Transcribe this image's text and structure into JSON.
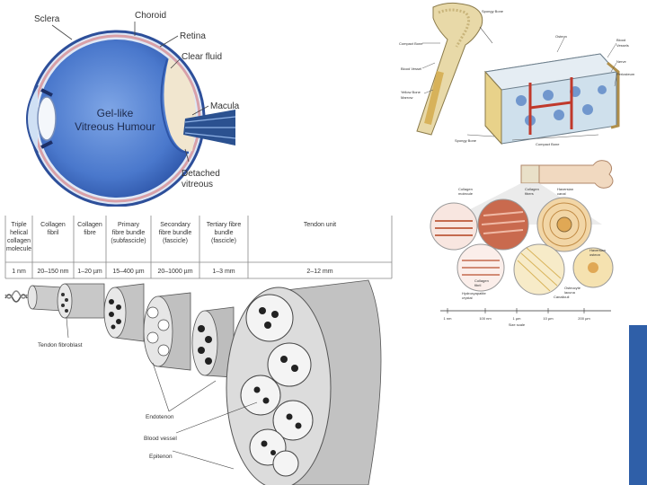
{
  "eye": {
    "labels": {
      "sclera": "Sclera",
      "choroid": "Choroid",
      "retina": "Retina",
      "clear_fluid": "Clear fluid",
      "macula": "Macula",
      "vitreous_line1": "Gel-like",
      "vitreous_line2": "Vitreous Humour",
      "detached_line1": "Detached",
      "detached_line2": "vitreous"
    }
  },
  "bone": {
    "labels": {
      "spongy_bone_top": "Spongy Bone",
      "compact_bone": "Compact Bone",
      "blood_vessel": "Blood Vessel",
      "yellow_marrow_line1": "Yellow Bone",
      "yellow_marrow_line2": "Marrow",
      "osteon": "Osteon",
      "blood_vessels_line1": "Blood",
      "blood_vessels_line2": "Vessels",
      "nerve": "Nerve",
      "periosteum": "Periosteum",
      "spongy_bone_bottom": "Spongy Bone",
      "compact_bone_bottom": "Compact Bone"
    }
  },
  "hierarchy": {
    "labels": {
      "collagen_molecule_line1": "Collagen",
      "collagen_molecule_line2": "molecule",
      "collagen_fibers_line1": "Collagen",
      "collagen_fibers_line2": "fibers",
      "haversian_canal_line1": "Haversian",
      "haversian_canal_line2": "canal",
      "haversian_osteon_line1": "Haversian",
      "haversian_osteon_line2": "osteon",
      "osteocyte_lacuna_line1": "Osteocyte",
      "osteocyte_lacuna_line2": "lacuna",
      "canaliculi": "Canaliculi",
      "collagen_fibril_line1": "Collagen",
      "collagen_fibril_line2": "fibril",
      "hydroxyapatite_line1": "Hydroxyapatite",
      "hydroxyapatite_line2": "crystal",
      "size_scale": "Size scale"
    },
    "scale_ticks": [
      "1 nm",
      "100 nm",
      "1 µm",
      "10 µm",
      "200 µm"
    ]
  },
  "tendon": {
    "columns": [
      {
        "h1": "Triple",
        "h2": "helical",
        "h3": "collagen",
        "h4": "molecule",
        "size": "1 nm"
      },
      {
        "h1": "Collagen",
        "h2": "fibril",
        "h3": "",
        "h4": "",
        "size": "20–150 nm"
      },
      {
        "h1": "Collagen",
        "h2": "fibre",
        "h3": "",
        "h4": "",
        "size": "1–20 µm"
      },
      {
        "h1": "Primary",
        "h2": "fibre bundle",
        "h3": "(subfascicle)",
        "h4": "",
        "size": "15–400 µm"
      },
      {
        "h1": "Secondary",
        "h2": "fibre bundle",
        "h3": "(fascicle)",
        "h4": "",
        "size": "20–1000 µm"
      },
      {
        "h1": "Tertiary fibre",
        "h2": "bundle",
        "h3": "(fascicle)",
        "h4": "",
        "size": "1–3 mm"
      },
      {
        "h1": "Tendon unit",
        "h2": "",
        "h3": "",
        "h4": "",
        "size": "2–12 mm"
      }
    ],
    "labels": {
      "fibroblast": "Tendon fibroblast",
      "endotenon": "Endotenon",
      "blood_vessel": "Blood vessel",
      "epitenon": "Epitenon"
    }
  },
  "colors": {
    "eye_blue": "#3f6fc4",
    "sclera_edge": "#2d4f9a",
    "accent_bar": "#2f5fa8",
    "bone_tan": "#e8d9a8",
    "cylinder_grey": "#bfbfbf"
  }
}
